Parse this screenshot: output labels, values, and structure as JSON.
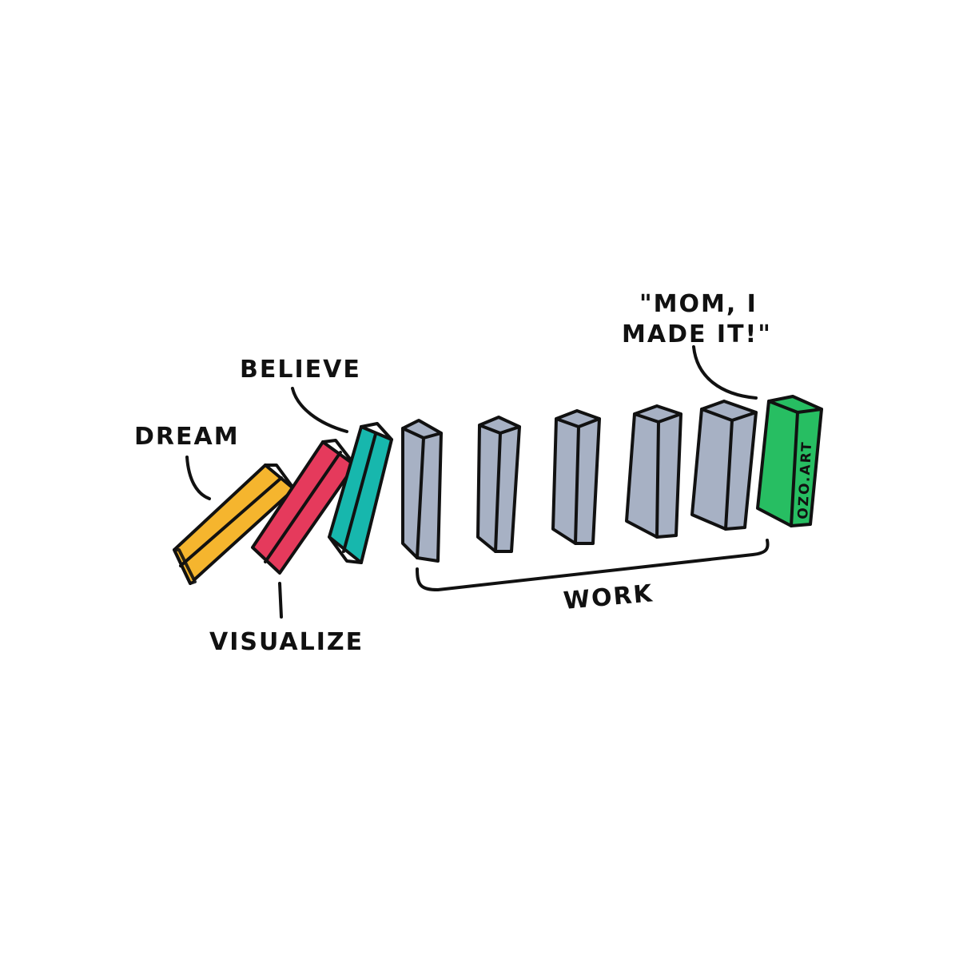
{
  "labels": {
    "dream": "DREAM",
    "visualize": "VISUALIZE",
    "believe": "BELIEVE",
    "work": "WORK",
    "quote_line1": "\"MOM, I",
    "quote_line2": "MADE IT!\"",
    "brand": "OZO.ART"
  },
  "colors": {
    "dream": "#f5b52e",
    "visualize": "#e53a5c",
    "believe": "#17b7ad",
    "work": "#a7b1c4",
    "made_it": "#27be62",
    "outline": "#111111"
  }
}
